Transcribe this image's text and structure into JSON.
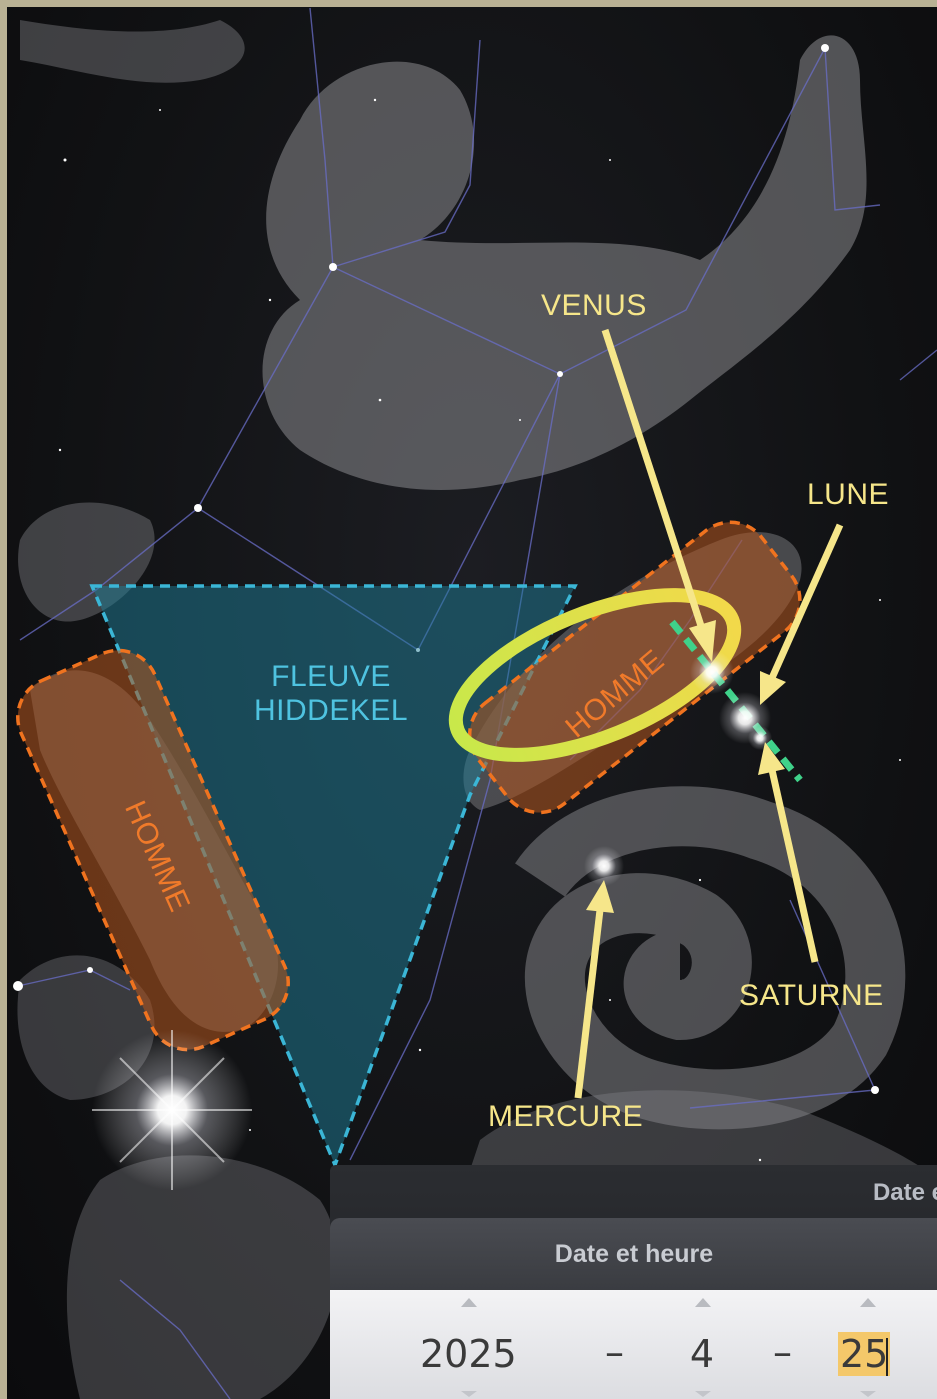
{
  "labels": {
    "venus": "VENUS",
    "lune": "LUNE",
    "saturne": "SATURNE",
    "mercure": "MERCURE",
    "fleuve_line1": "FLEUVE",
    "fleuve_line2": "HIDDEKEL",
    "homme_left": "HOMME",
    "homme_right": "HOMME"
  },
  "date_panel": {
    "back_title": "Date e",
    "title": "Date et heure",
    "year": "2025",
    "month": "4",
    "day": "25",
    "separator": "–"
  },
  "colors": {
    "annotation_yellow": "#f6e68a",
    "river_blue": "#3bb6d6",
    "homme_orange": "#f0731f",
    "ecliptic_green": "#3fd28a",
    "ring_yellow": "#e9e94a"
  }
}
